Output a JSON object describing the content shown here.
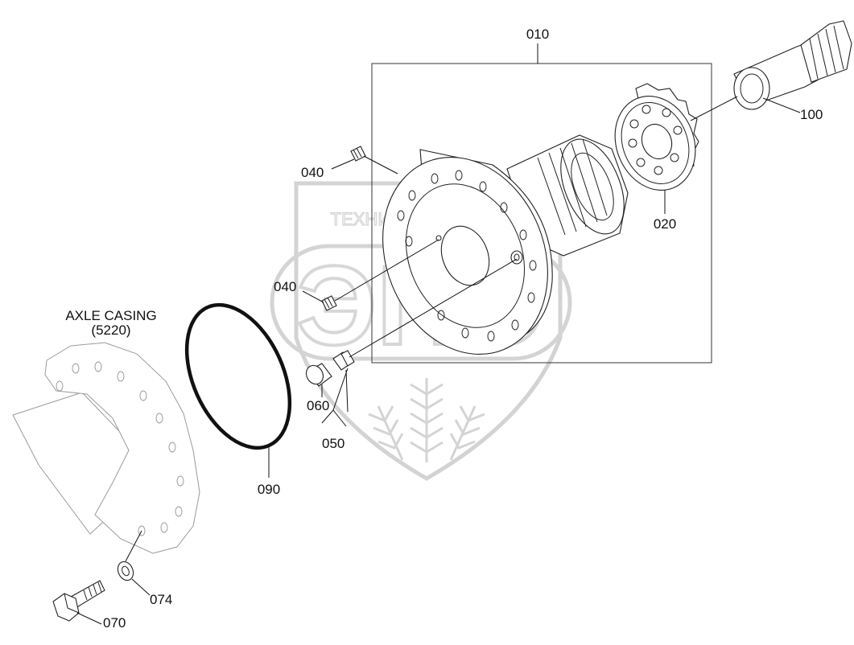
{
  "watermark": {
    "brand_text": "ТЕХНИКА ⚙ ЗАПЧАСТИ",
    "logo_letters": "ЭПО",
    "color": "#c9c9c9"
  },
  "callouts": {
    "assembly": "010",
    "seal_ring": "020",
    "plug_top": "040",
    "plug_mid": "040",
    "fitting": "050",
    "nut": "060",
    "bolt": "070",
    "washer": "074",
    "o_ring": "090",
    "shaft": "100"
  },
  "reference": {
    "title": "AXLE CASING",
    "code": "(5220)"
  },
  "colors": {
    "line": "#222222",
    "ghost_line": "#9a9a9a",
    "background": "#ffffff"
  }
}
